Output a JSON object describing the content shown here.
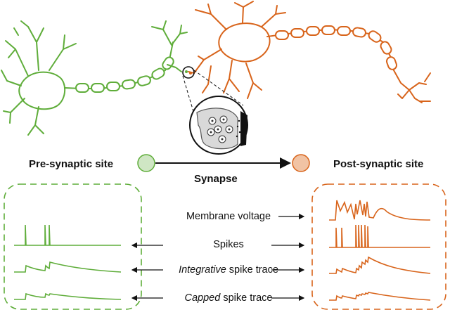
{
  "labels": {
    "pre_site": "Pre-synaptic site",
    "post_site": "Post-synaptic site",
    "synapse": "Synapse"
  },
  "rows": [
    {
      "plain_before": "",
      "italic": "",
      "plain_after": "Membrane voltage"
    },
    {
      "plain_before": "",
      "italic": "",
      "plain_after": "Spikes"
    },
    {
      "plain_before": "",
      "italic": "Integrative",
      "plain_after": " spike trace"
    },
    {
      "plain_before": "",
      "italic": "Capped",
      "plain_after": " spike trace"
    }
  ],
  "colors": {
    "pre": "#5fad3a",
    "post": "#d8641b",
    "pre_node_fill": "#cfe6c4",
    "post_node_fill": "#f1c3a4",
    "synapse_zoom": "#d9d9d9"
  },
  "icons": [
    "pre-synaptic-neuron-icon",
    "post-synaptic-neuron-icon",
    "synapse-zoom-icon"
  ]
}
